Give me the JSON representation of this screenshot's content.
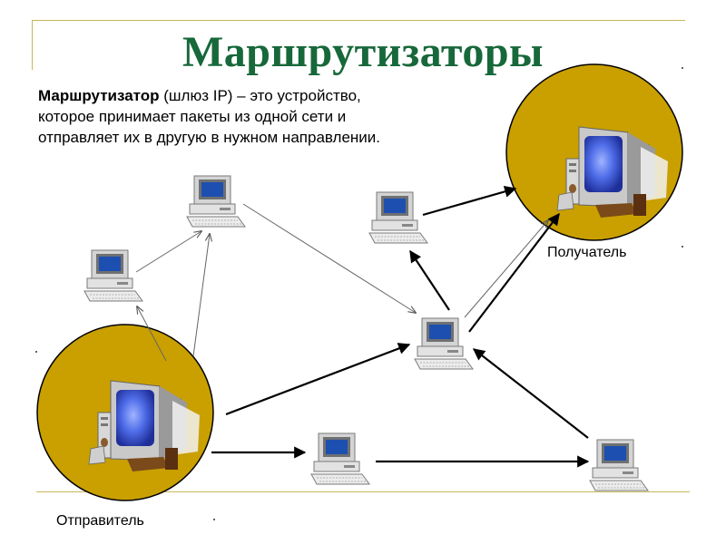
{
  "slide": {
    "title": "Маршрутизаторы",
    "definition_term": "Маршрутизатор",
    "definition_rest": " (шлюз IP) – это устройство, которое принимает пакеты из одной сети и отправляет их в другую в нужном направлении."
  },
  "labels": {
    "receiver": "Получатель",
    "sender": "Отправитель"
  },
  "colors": {
    "title": "#17683a",
    "circle_fill": "#c9a000",
    "frame": "#c9b75a"
  },
  "icons": {
    "network_node": "computer-icon",
    "endpoint": "pc-workstation-icon"
  }
}
